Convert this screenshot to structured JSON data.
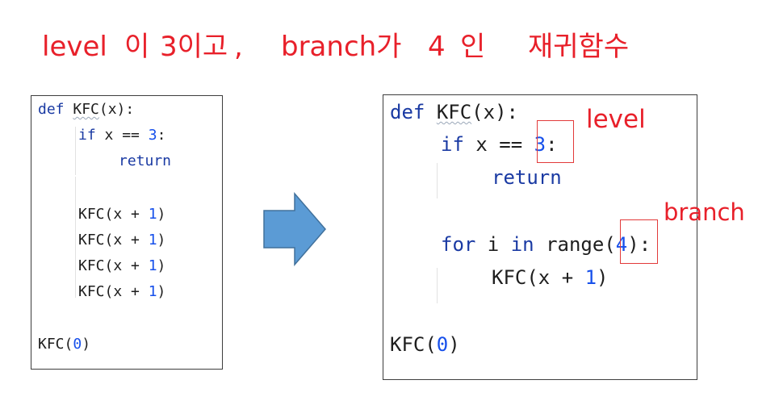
{
  "title": {
    "w1": "level",
    "w2": "이",
    "w3": "3이고",
    "w4": ",",
    "w5": "branch가",
    "w6": "4",
    "w7": "인",
    "w8": "재귀함수"
  },
  "left_code": {
    "def_kw": "def",
    "func_name": "KFC",
    "def_rest": "(x):",
    "if_kw": "if",
    "if_mid": " x == ",
    "if_num": "3",
    "if_colon": ":",
    "return_kw": "return",
    "call_text": "KFC(x + ",
    "call_num": "1",
    "call_close": ")",
    "main_name": "KFC(",
    "main_num": "0",
    "main_close": ")"
  },
  "right_code": {
    "def_kw": "def",
    "func_name": "KFC",
    "def_rest": "(x):",
    "if_kw": "if",
    "if_mid": " x == ",
    "if_num": "3",
    "if_colon": ":",
    "return_kw": "return",
    "for_kw": "for",
    "for_i": " i ",
    "in_kw": "in",
    "range_text": " range",
    "range_open": "(",
    "range_num": "4",
    "range_close": ")",
    "for_colon": ":",
    "call_text": "KFC(x + ",
    "call_num": "1",
    "call_close": ")",
    "main_name": "KFC(",
    "main_num": "0",
    "main_close": ")"
  },
  "annotations": {
    "level": "level",
    "branch": "branch"
  },
  "arrow": {
    "color": "#5b9bd5",
    "stroke": "#41719c",
    "icon": "right-arrow-icon"
  }
}
